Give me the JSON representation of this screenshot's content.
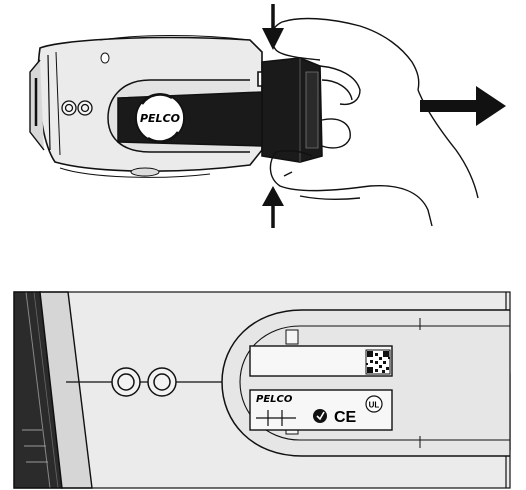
{
  "top_illustration": {
    "logo_text": "PELCO",
    "icons": {
      "pull_direction": "arrow-right-icon",
      "press_top": "arrow-down-icon",
      "press_bottom": "arrow-up-icon"
    }
  },
  "bottom_illustration": {
    "label_brand": "PELCO",
    "marks": {
      "ce": "CE",
      "ul": "UL"
    }
  },
  "colors": {
    "housing_fill": "#ebebeb",
    "sunshield_band": "#1a1a1a",
    "outline": "#111111",
    "panel_fill": "#e6e6e6"
  }
}
